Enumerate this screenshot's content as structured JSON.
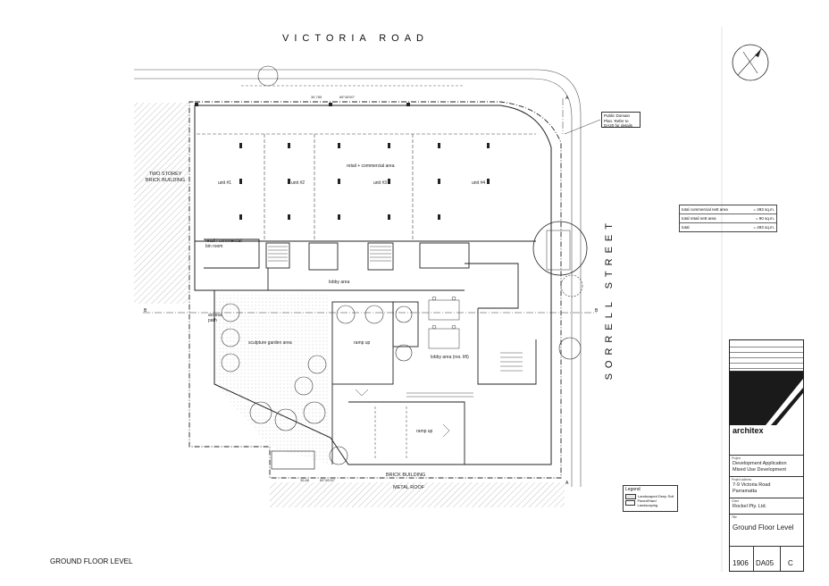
{
  "streets": {
    "north": "VICTORIA ROAD",
    "east": "SORRELL STREET"
  },
  "neighbours": {
    "west": "TWO STOREY BRICK BUILDING",
    "south": [
      "BRICK BUILDING",
      "METAL ROOF"
    ]
  },
  "callouts": {
    "public_domain": "Public Domain Plan. Refer to DA20 for details"
  },
  "spaces": {
    "retail_area": "retail + commercial area",
    "units": [
      "unit #1",
      "unit #2",
      "unit #3",
      "unit #4"
    ],
    "retail_kitchen": "retail / commercial bin room",
    "lobby": "lobby area",
    "lobby_res": "lobby area (res. lift)",
    "sculpture_garden": "sculpture garden area",
    "access_path": "access path",
    "ramp_up": "ramp up",
    "ramp_up_2": "ramp up"
  },
  "dimensions": {
    "north_boundary": "36.785",
    "north_bearing": "88°48'50\"",
    "south_boundary": "36.88",
    "south_bearing": "85°46'00\""
  },
  "area_schedule": {
    "rows": [
      {
        "label": "total commercial nett area",
        "value": "= 493 sq.m."
      },
      {
        "label": "total retail nett area",
        "value": "= 90 sq.m."
      },
      {
        "label": "total",
        "value": "= 493 sq.m."
      }
    ]
  },
  "legend": {
    "title": "Legend",
    "items": [
      "Landscaped Deep Soil",
      "Paved/Hard Landscaping"
    ]
  },
  "title_block": {
    "firm": "architex",
    "project_caption": "Project",
    "project": [
      "Development Application",
      "Mixed Use Development"
    ],
    "address_caption": "Project address",
    "address": [
      "7-9 Victoria Road",
      "Parramatta"
    ],
    "client_caption": "Client",
    "client": "Rockel Pty. Ltd.",
    "title_caption": "Title",
    "title": "Ground Floor Level",
    "job_no": "1906",
    "drawing_no": "DA05",
    "revision": "C"
  },
  "sheet_label": "GROUND FLOOR LEVEL",
  "section_marks": [
    "B",
    "B",
    "A",
    "A"
  ],
  "colors": {
    "line": "#222222",
    "light_line": "#777777"
  }
}
